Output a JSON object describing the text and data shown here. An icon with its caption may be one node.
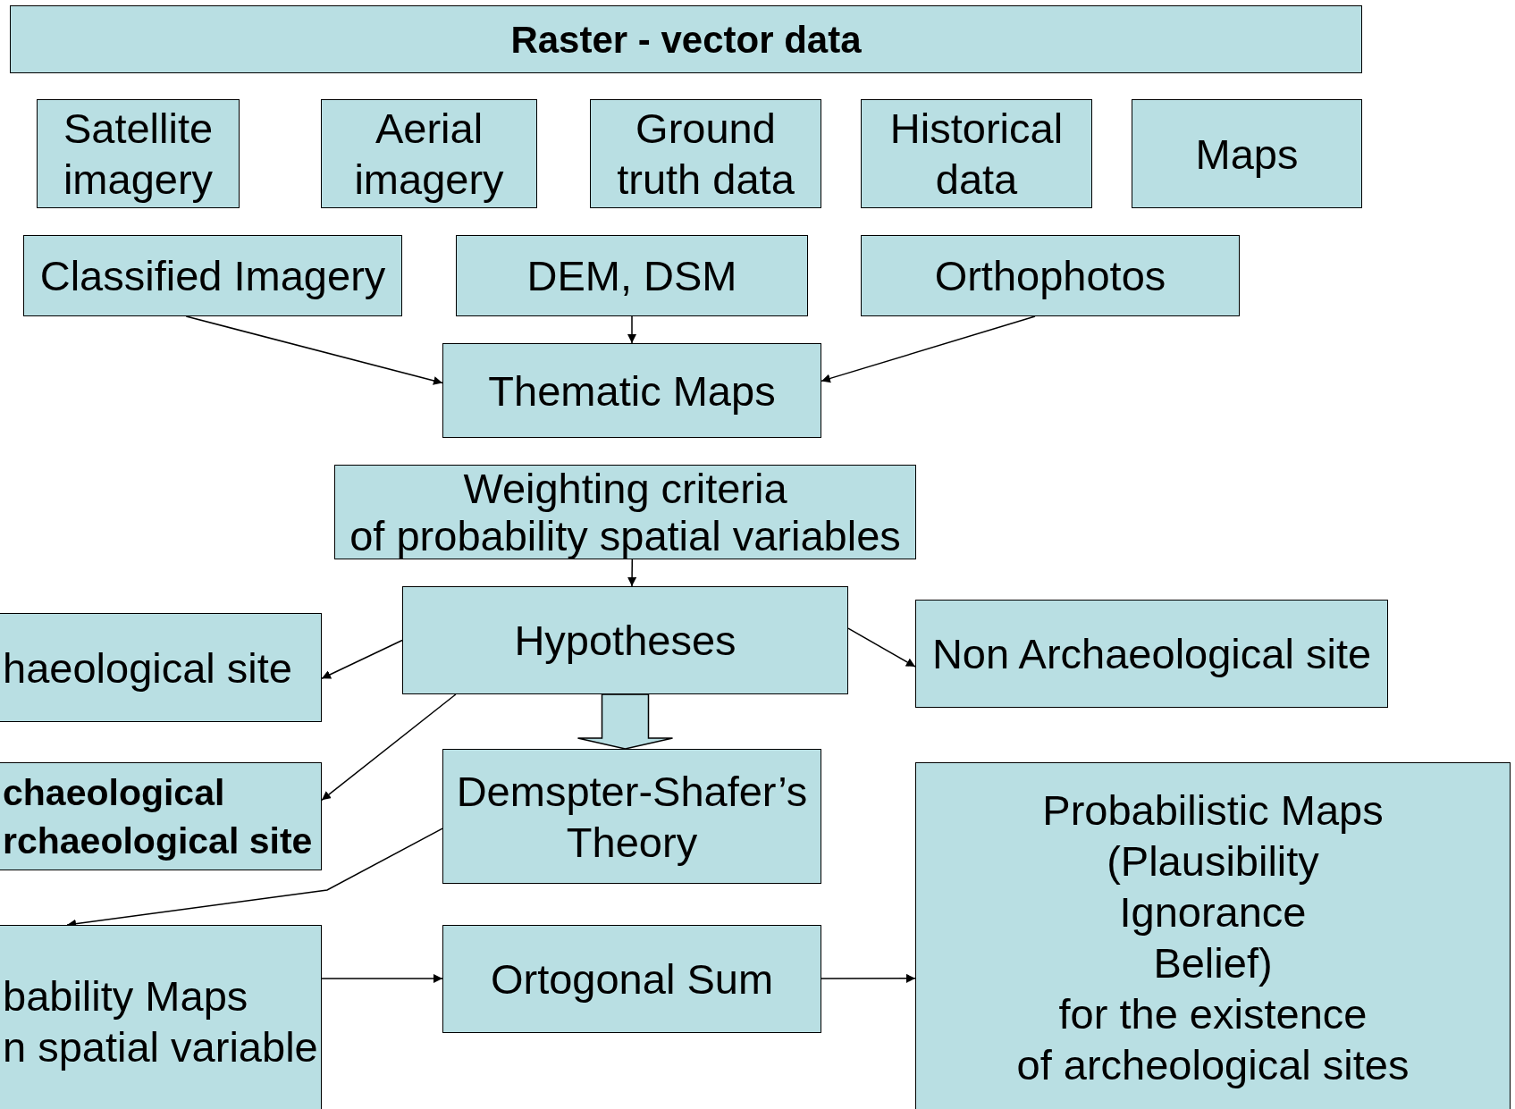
{
  "diagram": {
    "nodes": [
      {
        "text": [
          "Raster - vector data"
        ]
      },
      {
        "text": [
          "Satellite imagery"
        ]
      },
      {
        "text": [
          "Aerial imagery"
        ]
      },
      {
        "text": [
          "Ground truth data"
        ]
      },
      {
        "text": [
          "Historical data"
        ]
      },
      {
        "text": [
          "Maps"
        ]
      },
      {
        "text": [
          "Classified Imagery"
        ]
      },
      {
        "text": [
          "DEM, DSM"
        ]
      },
      {
        "text": [
          "Orthophotos"
        ]
      },
      {
        "text": [
          "Thematic Maps"
        ]
      },
      {
        "text": [
          "Weighting criteria of probability spatial variables"
        ]
      },
      {
        "text": [
          "Hypotheses"
        ]
      },
      {
        "text": [
          "haeological site"
        ]
      },
      {
        "text": [
          "Non Archaeological site"
        ]
      },
      {
        "text": [
          "chaeological rchaeological site"
        ]
      },
      {
        "text": [
          "Demspter-Shafer’s Theory"
        ]
      },
      {
        "text": [
          "bability Maps n spatial variable"
        ]
      },
      {
        "text": [
          "Ortogonal Sum"
        ]
      },
      {
        "text": [
          "Probabilistic Maps (Plausibility Ignorance Belief) for the existence of archeological sites"
        ]
      }
    ],
    "edges": [
      {
        "from": 6,
        "to": 9,
        "arrow": "to"
      },
      {
        "from": 7,
        "to": 9,
        "arrow": "to"
      },
      {
        "from": 8,
        "to": 9,
        "arrow": "to"
      },
      {
        "from": 10,
        "to": 11,
        "arrow": "to"
      },
      {
        "from": 11,
        "to": 12,
        "arrow": "to"
      },
      {
        "from": 11,
        "to": 13,
        "arrow": "to"
      },
      {
        "from": 11,
        "to": 14,
        "arrow": "to"
      },
      {
        "from": 11,
        "to": 15,
        "arrow": "to",
        "style": "thick"
      },
      {
        "from": 15,
        "to": 16,
        "arrow": "to"
      },
      {
        "from": 16,
        "to": 17,
        "arrow": "to"
      },
      {
        "from": 17,
        "to": 18,
        "arrow": "to"
      }
    ]
  }
}
